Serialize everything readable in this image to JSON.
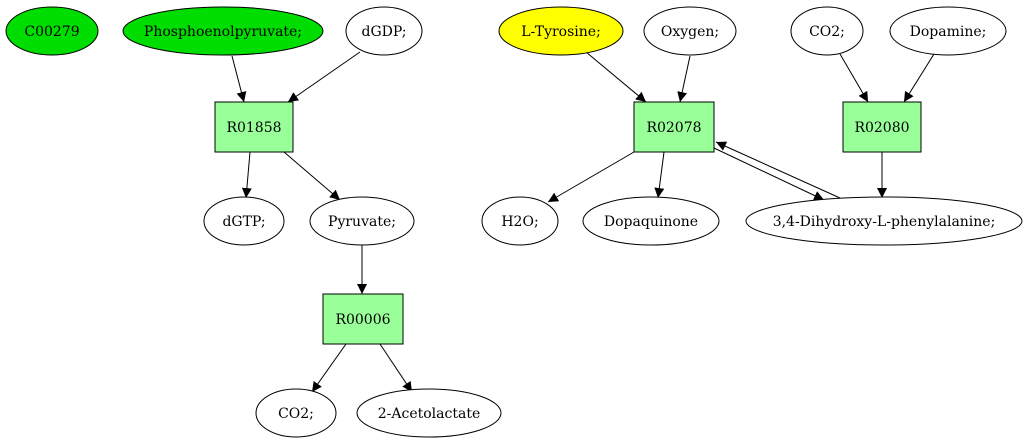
{
  "nodes": {
    "c00279": {
      "label": "C00279",
      "fill": "#00dd00"
    },
    "pep": {
      "label": "Phosphoenolpyruvate;",
      "fill": "#00dd00"
    },
    "dgdp": {
      "label": "dGDP;",
      "fill": "#ffffff"
    },
    "ltyr": {
      "label": "L-Tyrosine;",
      "fill": "#ffff00"
    },
    "oxygen": {
      "label": "Oxygen;",
      "fill": "#ffffff"
    },
    "co2_top": {
      "label": "CO2;",
      "fill": "#ffffff"
    },
    "dopamine": {
      "label": "Dopamine;",
      "fill": "#ffffff"
    },
    "r01858": {
      "label": "R01858",
      "fill": "#99ff99"
    },
    "r02078": {
      "label": "R02078",
      "fill": "#99ff99"
    },
    "r02080": {
      "label": "R02080",
      "fill": "#99ff99"
    },
    "dgtp": {
      "label": "dGTP;",
      "fill": "#ffffff"
    },
    "pyruvate": {
      "label": "Pyruvate;",
      "fill": "#ffffff"
    },
    "h2o": {
      "label": "H2O;",
      "fill": "#ffffff"
    },
    "dopaquinone": {
      "label": "Dopaquinone",
      "fill": "#ffffff"
    },
    "ldopa": {
      "label": "3,4-Dihydroxy-L-phenylalanine;",
      "fill": "#ffffff"
    },
    "r00006": {
      "label": "R00006",
      "fill": "#99ff99"
    },
    "co2_bottom": {
      "label": "CO2;",
      "fill": "#ffffff"
    },
    "acetolactate": {
      "label": "2-Acetolactate",
      "fill": "#ffffff"
    }
  }
}
